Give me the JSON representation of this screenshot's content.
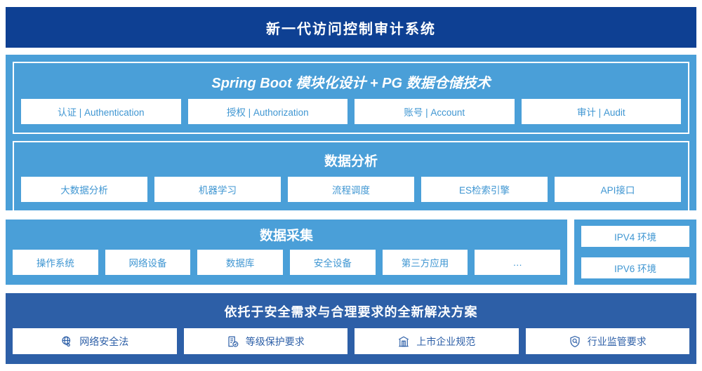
{
  "header": {
    "title": "新一代访问控制审计系统",
    "background": "#0e4093",
    "text_color": "#ffffff"
  },
  "theme": {
    "light_blue": "#4a9fd8",
    "medium_blue": "#2d5fa7",
    "navy": "#0e4093",
    "chip_background": "#ffffff"
  },
  "platform": {
    "background": "#4a9fd8",
    "sections": [
      {
        "title": "Spring Boot 模块化设计 + PG 数据仓储技术",
        "title_style": "italic",
        "items": [
          {
            "label": "认证 | Authentication"
          },
          {
            "label": "授权 | Authorization"
          },
          {
            "label": "账号 | Account"
          },
          {
            "label": "审计 | Audit"
          }
        ]
      },
      {
        "title": "数据分析",
        "title_style": "normal",
        "items": [
          {
            "label": "大数据分析"
          },
          {
            "label": "机器学习"
          },
          {
            "label": "流程调度"
          },
          {
            "label": "ES检索引擎"
          },
          {
            "label": "API接口"
          }
        ]
      }
    ]
  },
  "collection": {
    "title": "数据采集",
    "items": [
      {
        "label": "操作系统"
      },
      {
        "label": "网络设备"
      },
      {
        "label": "数据库"
      },
      {
        "label": "安全设备"
      },
      {
        "label": "第三方应用"
      },
      {
        "label": "…"
      }
    ]
  },
  "environments": {
    "items": [
      {
        "label": "IPV4 环境"
      },
      {
        "label": "IPV6 环境"
      }
    ]
  },
  "solution": {
    "title": "依托于安全需求与合理要求的全新解决方案",
    "background": "#2d5fa7",
    "items": [
      {
        "label": "网络安全法",
        "icon": "globe-network-icon"
      },
      {
        "label": "等级保护要求",
        "icon": "document-check-icon"
      },
      {
        "label": "上市企业规范",
        "icon": "bank-building-icon"
      },
      {
        "label": "行业监管要求",
        "icon": "shield-search-icon"
      }
    ]
  }
}
